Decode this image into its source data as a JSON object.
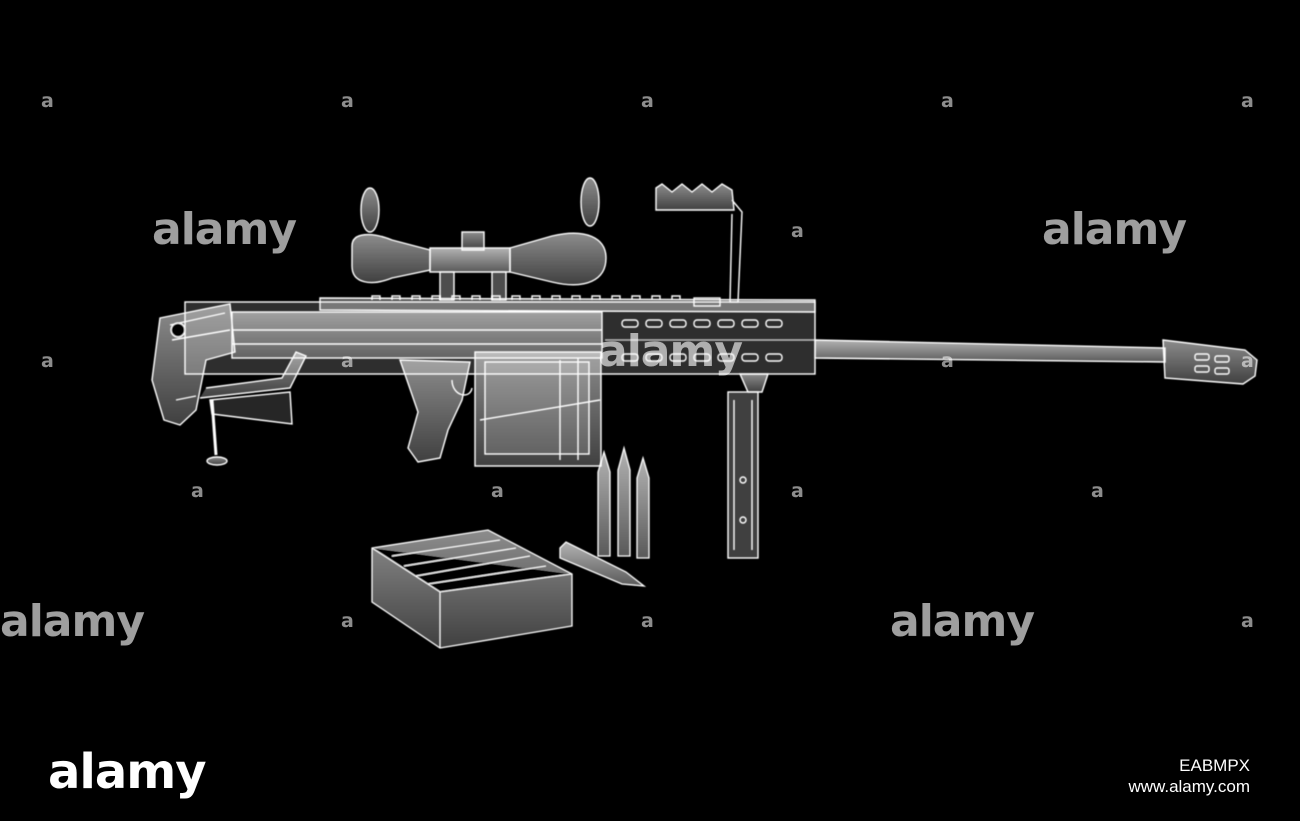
{
  "colors": {
    "background": "#000000",
    "xray": "#ffffff"
  },
  "image": {
    "subject": "x-ray style rifle render"
  },
  "watermark": {
    "brand": "alamy",
    "tile_glyph": "a"
  },
  "footer": {
    "logo_text": "alamy",
    "image_id": "EABMPX",
    "site_url": "www.alamy.com"
  }
}
